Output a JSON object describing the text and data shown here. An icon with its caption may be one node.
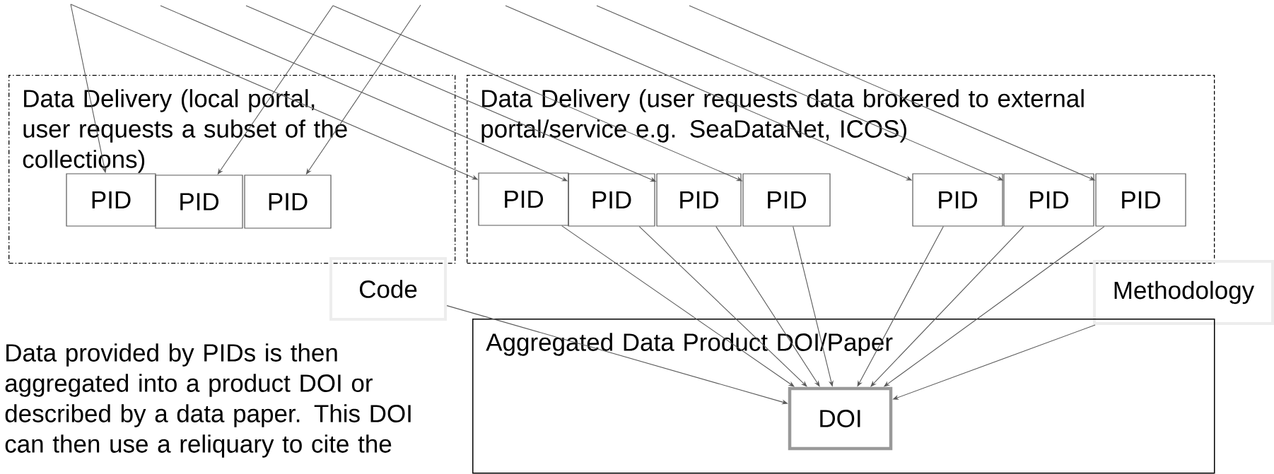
{
  "diagram": {
    "nodes": [
      {
        "text": [
          "Data Delivery (local portal, user requests a subset of the collections)"
        ]
      },
      {
        "text": [
          "PID"
        ],
        "in": 0
      },
      {
        "text": [
          "PID"
        ],
        "in": 0
      },
      {
        "text": [
          "PID"
        ],
        "in": 0
      },
      {
        "text": [
          "Data Delivery (user requests data brokered to external portal/service e.g. SeaDataNet, ICOS)"
        ]
      },
      {
        "text": [
          "PID"
        ],
        "in": 4
      },
      {
        "text": [
          "PID"
        ],
        "in": 4
      },
      {
        "text": [
          "PID"
        ],
        "in": 4
      },
      {
        "text": [
          "PID"
        ],
        "in": 4
      },
      {
        "text": [
          "PID"
        ],
        "in": 4
      },
      {
        "text": [
          "PID"
        ],
        "in": 4
      },
      {
        "text": [
          "PID"
        ],
        "in": 4
      },
      {
        "text": [
          "Code"
        ]
      },
      {
        "text": [
          "Methodology"
        ]
      },
      {
        "text": [
          "Aggregated Data Product DOI/Paper"
        ]
      },
      {
        "text": [
          "DOI"
        ],
        "in": 14
      }
    ],
    "edges": [
      {
        "from": null,
        "to": 1,
        "arrow": "to"
      },
      {
        "from": null,
        "to": 5,
        "arrow": "to"
      },
      {
        "from": null,
        "to": 6,
        "arrow": "to"
      },
      {
        "from": null,
        "to": 7,
        "arrow": "to"
      },
      {
        "from": null,
        "to": 2,
        "arrow": "to"
      },
      {
        "from": null,
        "to": 8,
        "arrow": "to"
      },
      {
        "from": null,
        "to": 3,
        "arrow": "to"
      },
      {
        "from": null,
        "to": 9,
        "arrow": "to"
      },
      {
        "from": null,
        "to": 10,
        "arrow": "to"
      },
      {
        "from": null,
        "to": 11,
        "arrow": "to"
      },
      {
        "from": 5,
        "to": 15,
        "arrow": "to"
      },
      {
        "from": 6,
        "to": 15,
        "arrow": "to"
      },
      {
        "from": 7,
        "to": 15,
        "arrow": "to"
      },
      {
        "from": 8,
        "to": 15,
        "arrow": "to"
      },
      {
        "from": 9,
        "to": 15,
        "arrow": "to"
      },
      {
        "from": 10,
        "to": 15,
        "arrow": "to"
      },
      {
        "from": 11,
        "to": 15,
        "arrow": "to"
      },
      {
        "from": 12,
        "to": 15,
        "arrow": "to"
      },
      {
        "from": 13,
        "to": 15,
        "arrow": "to"
      }
    ],
    "labels": [
      "Data provided by PIDs is then aggregated into a product DOI or described by a data paper. This DOI can then use a reliquary to cite the"
    ]
  }
}
